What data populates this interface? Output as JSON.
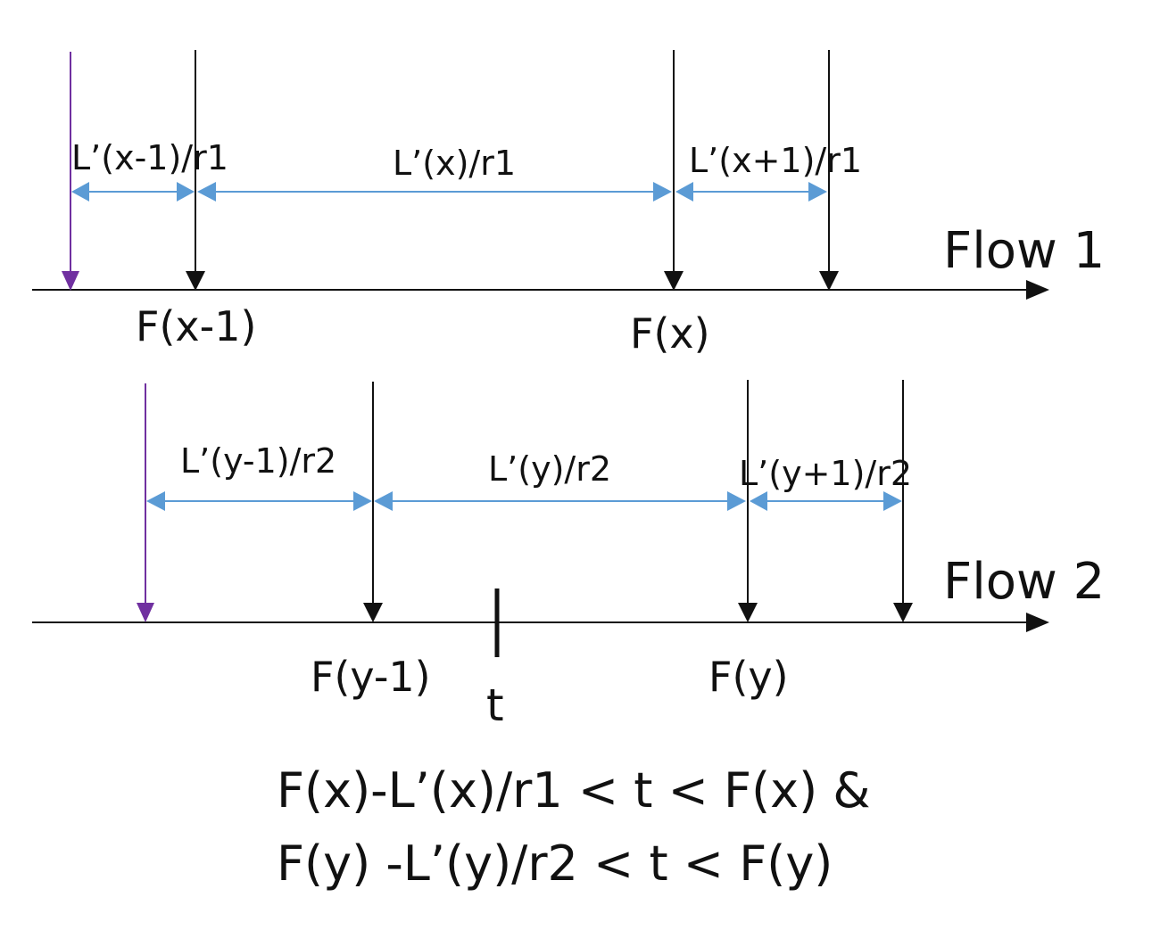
{
  "colors": {
    "axis": "#111111",
    "packet_arrow": "#111111",
    "prior_packet_arrow": "#7030A0",
    "interval_arrow": "#5B9BD5",
    "background": "#ffffff"
  },
  "flow1": {
    "name": "Flow 1",
    "intervals": [
      "L’(x-1)/r1",
      "L’(x)/r1",
      "L’(x+1)/r1"
    ],
    "events": [
      "F(x-1)",
      "F(x)"
    ]
  },
  "flow2": {
    "name": "Flow 2",
    "intervals": [
      "L’(y-1)/r2",
      "L’(y)/r2",
      "L’(y+1)/r2"
    ],
    "events": [
      "F(y-1)",
      "F(y)"
    ],
    "time_marker": "t"
  },
  "formula": {
    "line1": "F(x)-L’(x)/r1 < t < F(x) &",
    "line2": "F(y) -L’(y)/r2 < t < F(y)"
  }
}
